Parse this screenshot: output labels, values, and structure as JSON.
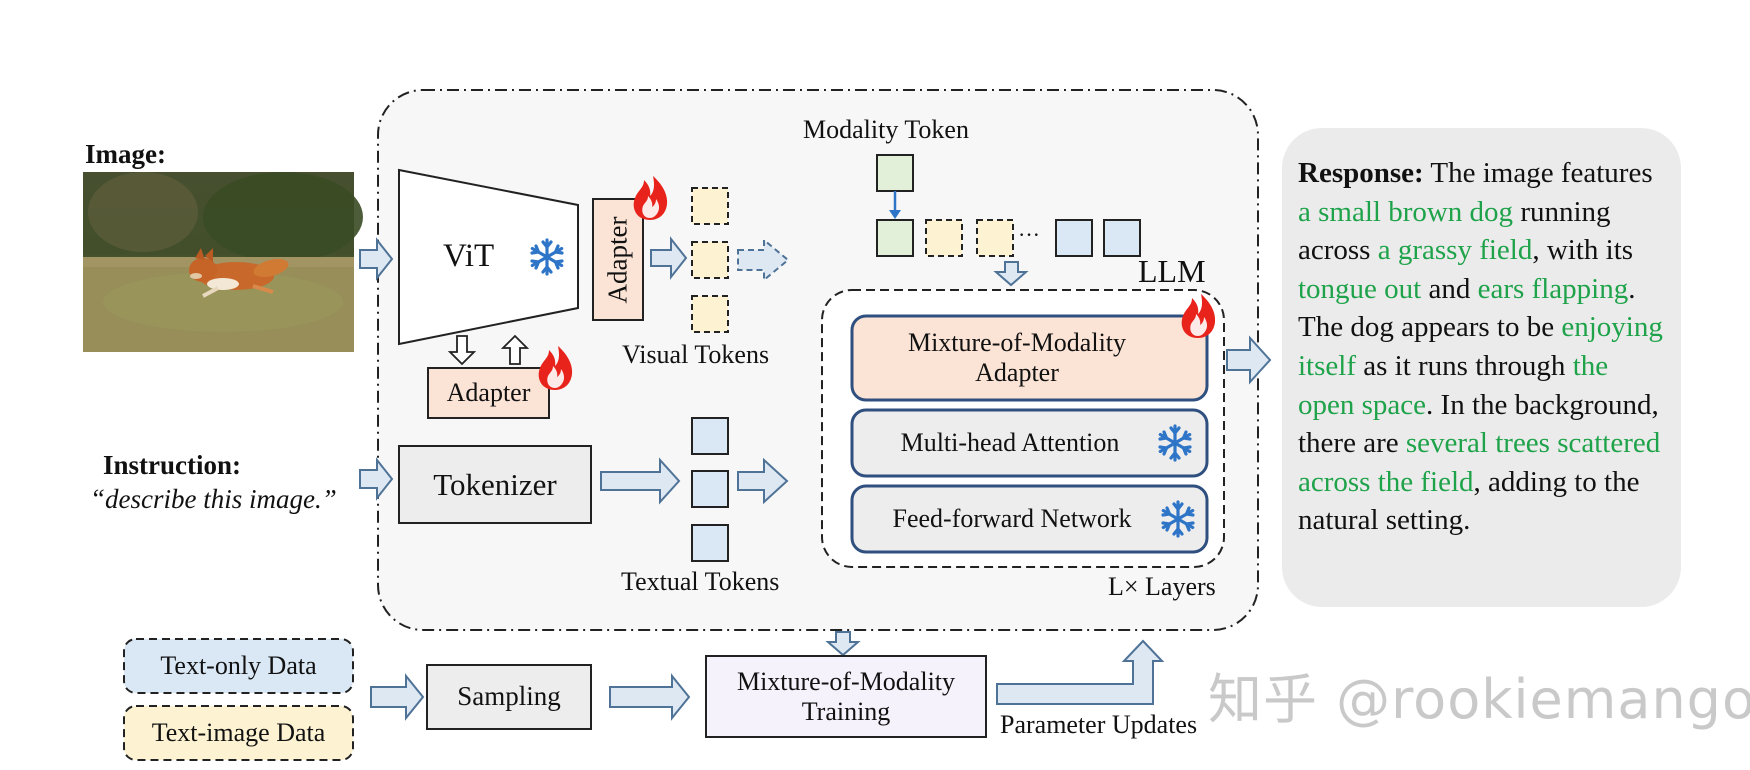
{
  "input": {
    "image_label": "Image:",
    "instruction_label": "Instruction:",
    "instruction_text": "“describe this image.”"
  },
  "encoder": {
    "vit_label": "ViT",
    "adapter_side_label": "Adapter",
    "adapter_bottom_label": "Adapter",
    "visual_tokens_label": "Visual Tokens",
    "tokenizer_label": "Tokenizer",
    "textual_tokens_label": "Textual Tokens",
    "modality_token_label": "Modality Token",
    "ellipsis": "···"
  },
  "llm": {
    "title": "LLM",
    "moma_line1": "Mixture-of-Modality",
    "moma_line2": "Adapter",
    "attention_label": "Multi-head Attention",
    "ffn_label": "Feed-forward Network",
    "layers_label": "L× Layers"
  },
  "training": {
    "text_only_label": "Text-only Data",
    "text_image_label": "Text-image Data",
    "sampling_label": "Sampling",
    "training_line1": "Mixture-of-Modality",
    "training_line2": "Training",
    "param_updates_label": "Parameter Updates"
  },
  "response": {
    "prefix": "Response:",
    "segments": [
      {
        "t": " The image features ",
        "hl": false
      },
      {
        "t": "a small brown dog",
        "hl": true
      },
      {
        "t": " running across ",
        "hl": false
      },
      {
        "t": "a grassy field",
        "hl": true
      },
      {
        "t": ", with its ",
        "hl": false
      },
      {
        "t": "tongue out",
        "hl": true
      },
      {
        "t": " and ",
        "hl": false
      },
      {
        "t": "ears flapping",
        "hl": true
      },
      {
        "t": ". The dog appears to be ",
        "hl": false
      },
      {
        "t": "enjoying itself",
        "hl": true
      },
      {
        "t": " as it runs through ",
        "hl": false
      },
      {
        "t": "the open space",
        "hl": true
      },
      {
        "t": ". In the background, there are ",
        "hl": false
      },
      {
        "t": "several trees scattered across the field",
        "hl": true
      },
      {
        "t": ", adding to the natural setting.",
        "hl": false
      }
    ]
  },
  "watermark": "知乎 @rookiemango",
  "colors": {
    "arrow_fill": "#dde8f3",
    "arrow_stroke": "#4f7397",
    "adapter_fill": "#fbe3d6",
    "visual_token_fill": "#fdf3d3",
    "modality_token_fill": "#e2f0d9",
    "text_token_fill": "#dae8f5",
    "frozen_box_fill": "#ededed",
    "llm_block_border": "#2f4f7f",
    "highlight_text": "#1fa34a",
    "training_box_fill": "#f5f2fb",
    "snowflake": "#2e75c8",
    "flame": "#e8231b"
  }
}
